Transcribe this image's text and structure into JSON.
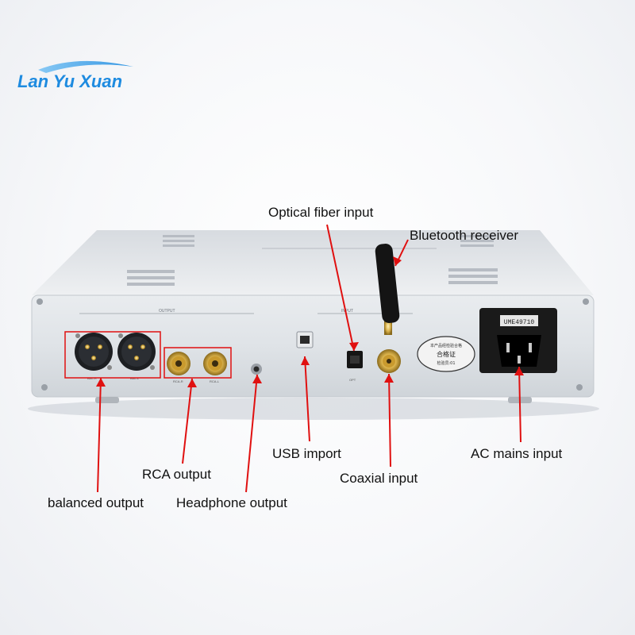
{
  "brand": {
    "logo_text": "Lan Yu Xuan",
    "primary_color": "#1e8be0",
    "accent_color": "#7cc4f4"
  },
  "device": {
    "panel_markings": {
      "output_section": "OUTPUT",
      "input_section": "INPUT",
      "balanced_left": "BAL-L",
      "balanced_right": "BAL-R",
      "rca_left": "RCA-L",
      "rca_right": "RCA-R",
      "optical_port": "OPT"
    },
    "certificate": {
      "title": "本产品经检验合格",
      "main": "合格证",
      "sub": "检验员:01"
    },
    "power_module_code": "UME49710",
    "pointer_color": "#e01010",
    "plug_gold": "#d9b14a"
  },
  "callouts": {
    "optical": "Optical fiber input",
    "bluetooth": "Bluetooth receiver",
    "usb": "USB import",
    "coaxial": "Coaxial input",
    "ac": "AC mains input",
    "rca": "RCA output",
    "balanced": "balanced output",
    "headphone": "Headphone output"
  }
}
